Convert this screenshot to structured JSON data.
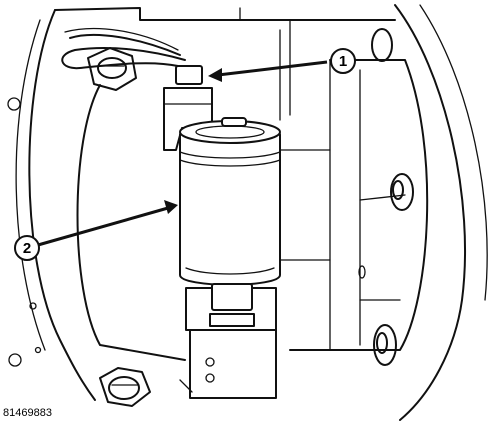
{
  "figure": {
    "figure_number": "81469883",
    "callouts": [
      {
        "label": "1"
      },
      {
        "label": "2"
      }
    ]
  }
}
